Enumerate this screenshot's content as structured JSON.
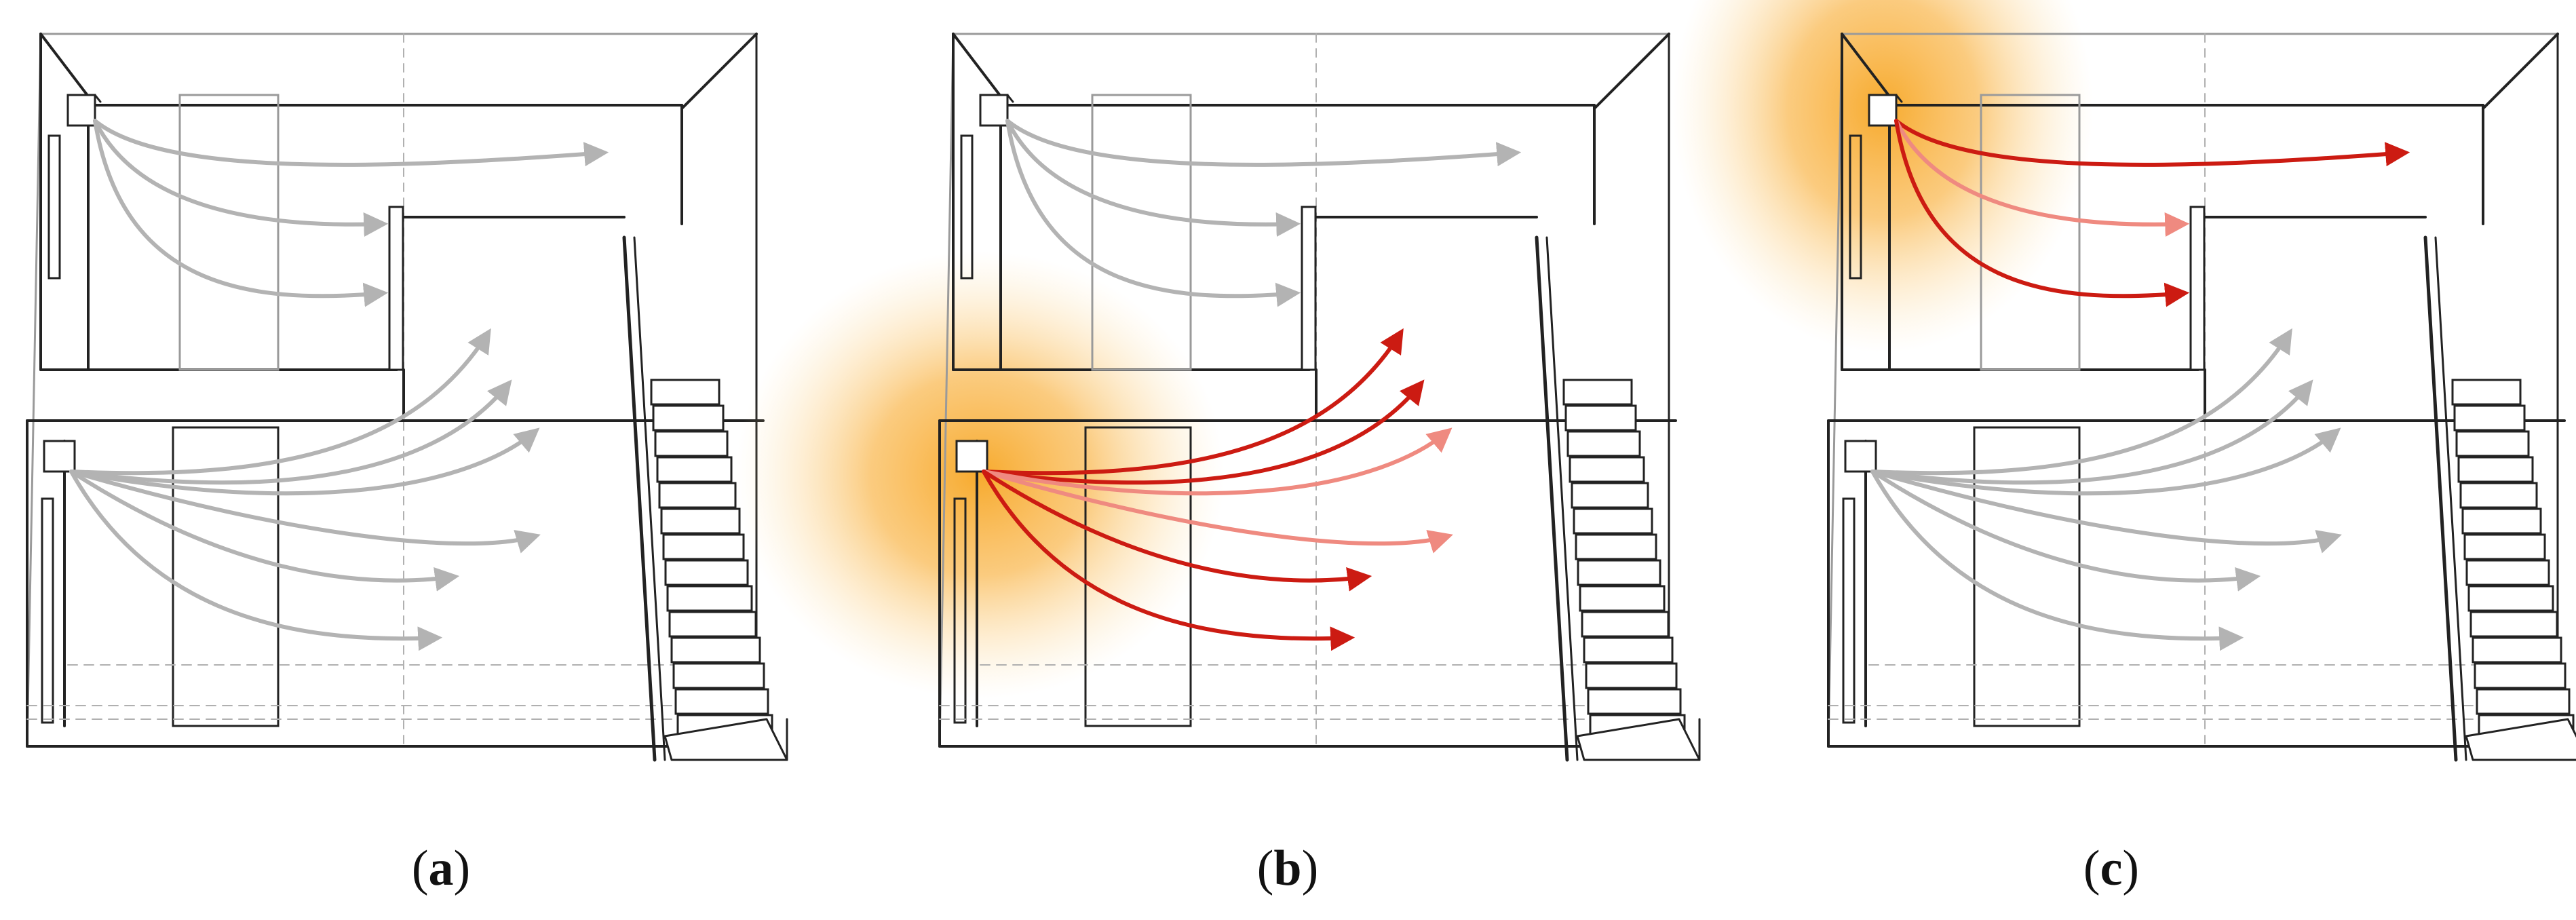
{
  "panels": [
    {
      "id": "a",
      "caption": "a",
      "heated_floor": "none"
    },
    {
      "id": "b",
      "caption": "b",
      "heated_floor": "lower"
    },
    {
      "id": "c",
      "caption": "c",
      "heated_floor": "upper"
    }
  ],
  "colors": {
    "line": "#222222",
    "thin_line": "#9a9a9a",
    "dash_line": "#b0b0b0",
    "inactive_arrow": "#b3b3b3",
    "active_arrow": "#cc1b12",
    "glow": "#f7a623"
  }
}
